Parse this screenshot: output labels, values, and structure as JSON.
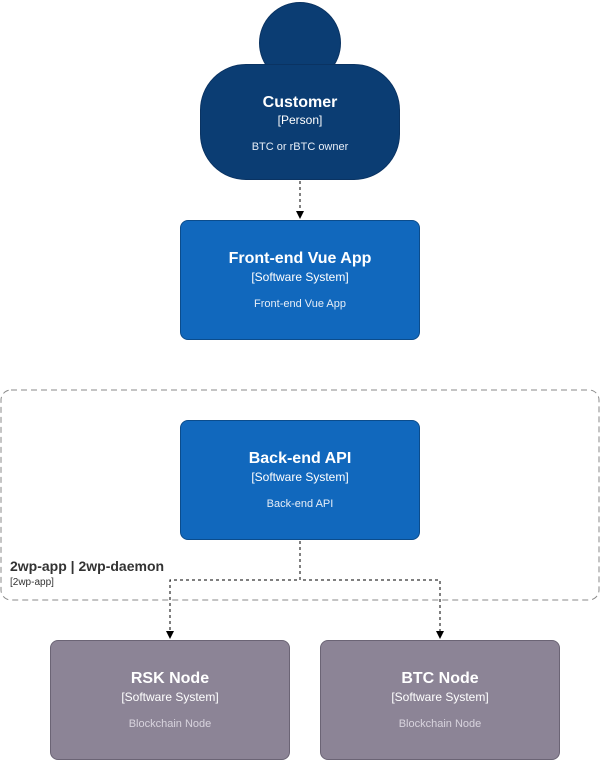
{
  "customer": {
    "title": "Customer",
    "type": "[Person]",
    "description": "BTC or rBTC owner"
  },
  "frontend": {
    "title": "Front-end Vue App",
    "type": "[Software System]",
    "description": "Front-end Vue App"
  },
  "boundary": {
    "label": "2wp-app | 2wp-daemon",
    "type": "[2wp-app]"
  },
  "backend": {
    "title": "Back-end API",
    "type": "[Software System]",
    "description": "Back-end API"
  },
  "rsk_node": {
    "title": "RSK Node",
    "type": "[Software System]",
    "description": "Blockchain Node"
  },
  "btc_node": {
    "title": "BTC Node",
    "type": "[Software System]",
    "description": "Blockchain Node"
  },
  "colors": {
    "person": "#0b3d73",
    "software_system": "#1168bd",
    "external_system": "#8c8496",
    "boundary_border": "#8a8a8a"
  }
}
